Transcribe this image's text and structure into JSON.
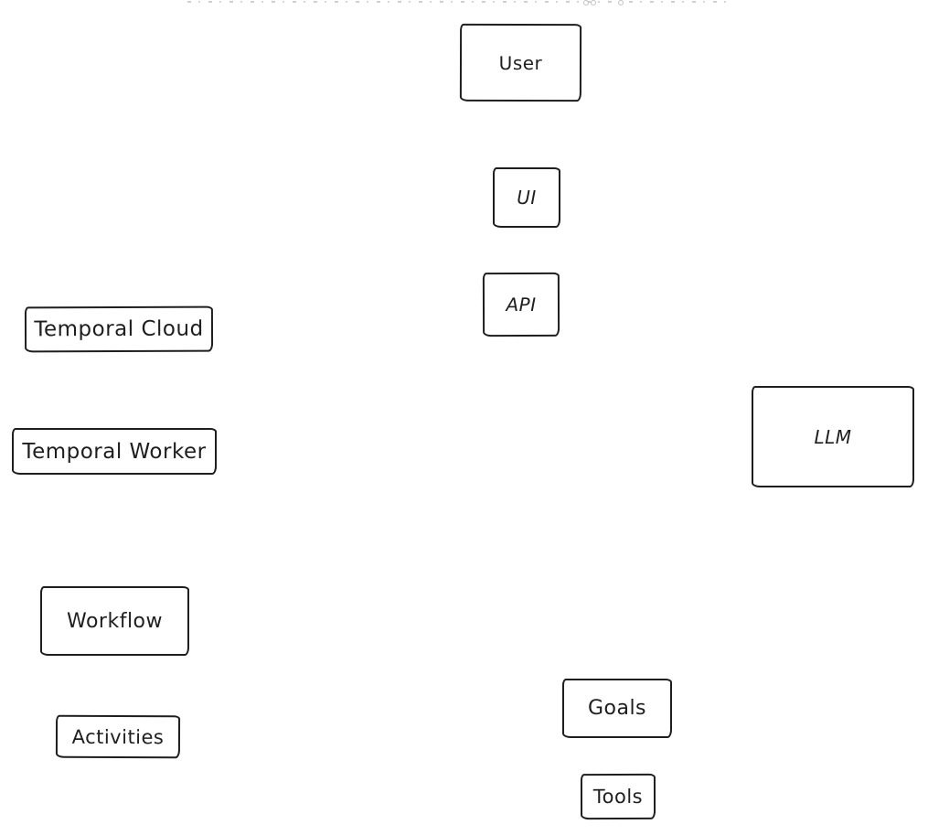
{
  "diagram": {
    "background_color": "#ffffff",
    "node_stroke_color": "#1e1e1e",
    "node_fill_color": "#ffffff",
    "text_color": "#1e1e1e",
    "style": "hand-drawn-sketch",
    "nodes": [
      {
        "id": "user",
        "label": "User"
      },
      {
        "id": "ui",
        "label": "UI"
      },
      {
        "id": "api",
        "label": "API"
      },
      {
        "id": "temporal-cloud",
        "label": "Temporal Cloud"
      },
      {
        "id": "temporal-worker",
        "label": "Temporal Worker"
      },
      {
        "id": "llm",
        "label": "LLM"
      },
      {
        "id": "workflow",
        "label": "Workflow"
      },
      {
        "id": "activities",
        "label": "Activities"
      },
      {
        "id": "goals",
        "label": "Goals"
      },
      {
        "id": "tools",
        "label": "Tools"
      }
    ]
  }
}
